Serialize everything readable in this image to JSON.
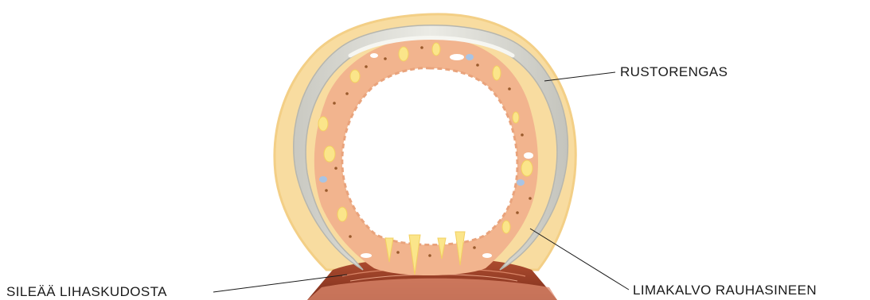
{
  "labels": {
    "cartilage": "RUSTORENGAS",
    "mucosa": "LIMAKALVO RAUHASINEEN",
    "smooth_muscle": "SILEÄÄ LIHASKUDOSTA"
  },
  "colors": {
    "adventitia": "#f8dca0",
    "cartilage_outer": "#dadad4",
    "cartilage_highlight": "#f4f4ef",
    "mucosa": "#f2b48e",
    "gland": "#fbe58a",
    "muscle": "#a3452c",
    "leader_line": "#1a1a1a"
  }
}
